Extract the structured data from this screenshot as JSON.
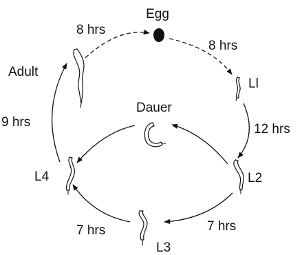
{
  "stages": {
    "egg": "Egg",
    "l1": "Ll",
    "l2": "L2",
    "l3": "L3",
    "l4": "L4",
    "adult": "Adult",
    "dauer": "Dauer"
  },
  "durations": {
    "adult_to_egg": "8 hrs",
    "egg_to_l1": "8 hrs",
    "l1_to_l2": "12 hrs",
    "l2_to_l3": "7 hrs",
    "l3_to_l4": "7 hrs",
    "l4_to_adult": "9 hrs"
  },
  "colors": {
    "ink": "#111111",
    "background": "#ffffff"
  }
}
